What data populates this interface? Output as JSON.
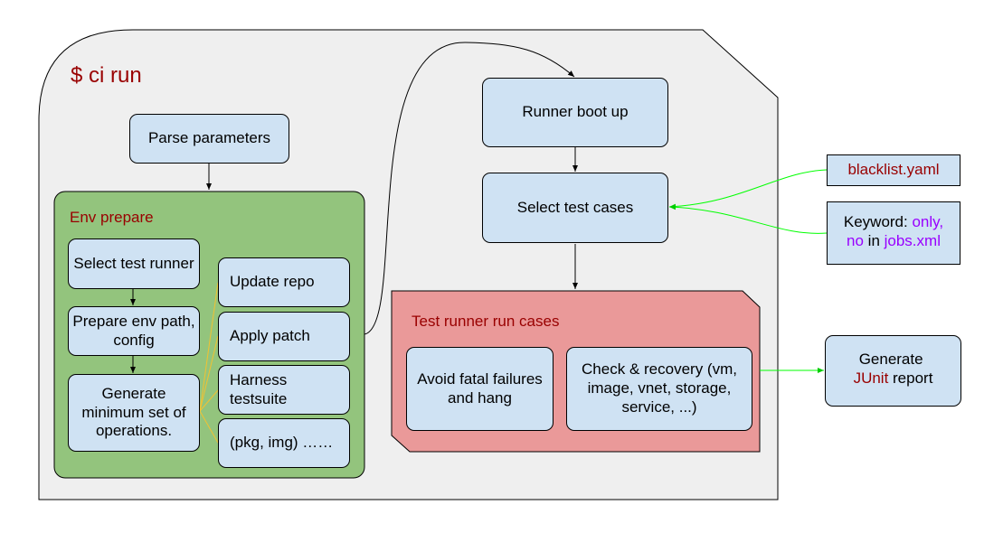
{
  "title": "$ ci run",
  "parse_parameters": "Parse parameters",
  "env_prepare": {
    "title": "Env prepare",
    "steps": [
      "Select test runner",
      "Prepare env path, config",
      "Generate minimum set of operations."
    ],
    "operations": [
      "Update repo",
      "Apply patch",
      "Harness testsuite",
      "(pkg, img) ……"
    ]
  },
  "runner_boot_up": "Runner boot up",
  "select_test_cases": "Select test cases",
  "test_runner": {
    "title": "Test runner run cases",
    "avoid": "Avoid fatal failures and hang",
    "check": "Check & recovery (vm, image, vnet, storage, service, ...)"
  },
  "blacklist": "blacklist.yaml",
  "keyword": {
    "prefix": "Keyword: ",
    "only": "only,",
    "no": "no",
    "in": " in ",
    "file": "jobs.xml"
  },
  "junit_report": {
    "prefix": "Generate ",
    "junit": "JUnit",
    "suffix": " report"
  },
  "colors": {
    "panel": "#efefef",
    "box": "#cfe2f3",
    "env_panel": "#93c47d",
    "runner_panel": "#ea9999",
    "dark_red": "#990000",
    "purple": "#9900ff",
    "green_arrow": "#00ff00",
    "orange_line": "#f1c232"
  }
}
